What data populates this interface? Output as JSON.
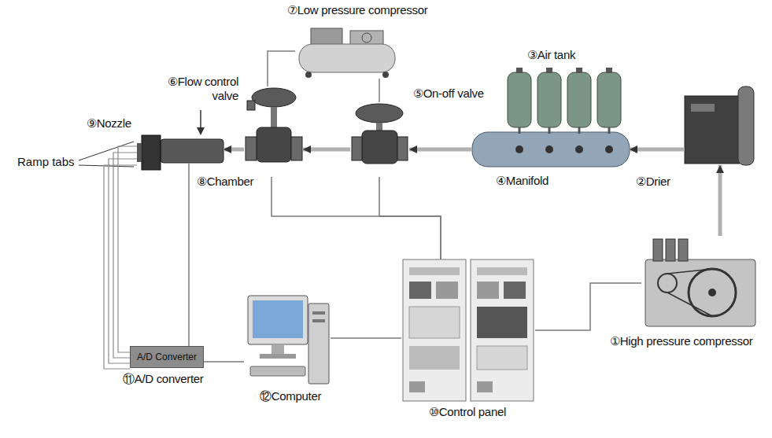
{
  "diagram": {
    "nodes": [
      {
        "text": [
          "⑦Low pressure compressor"
        ]
      },
      {
        "text": [
          "⑥Flow control valve"
        ]
      },
      {
        "text": [
          "⑤On-off valve"
        ]
      },
      {
        "text": [
          "③Air tank"
        ]
      },
      {
        "text": [
          "⑨Nozzle"
        ]
      },
      {
        "text": [
          "④Manifold"
        ]
      },
      {
        "text": [
          "②Drier"
        ]
      },
      {
        "text": [
          "⑧Chamber"
        ]
      },
      {
        "text": [
          "①High pressure compressor"
        ]
      },
      {
        "text": [
          "A/D Converter",
          "⑪A/D converter"
        ]
      },
      {
        "text": [
          "⑫Computer"
        ]
      },
      {
        "text": [
          "⑩Control panel"
        ]
      }
    ],
    "edges": [
      {
        "from": 8,
        "to": 6,
        "arrow": "to"
      },
      {
        "from": 6,
        "to": 5,
        "arrow": "to"
      },
      {
        "from": 5,
        "to": 2,
        "arrow": "to"
      },
      {
        "from": 2,
        "to": 1,
        "arrow": "to"
      },
      {
        "from": 1,
        "to": 7,
        "arrow": "to"
      },
      {
        "from": 0,
        "to": 1,
        "arrow": "none"
      },
      {
        "from": 0,
        "to": 2,
        "arrow": "none"
      },
      {
        "from": 11,
        "to": 1,
        "arrow": "none"
      },
      {
        "from": 11,
        "to": 2,
        "arrow": "none"
      },
      {
        "from": 11,
        "to": 8,
        "arrow": "none"
      },
      {
        "from": 11,
        "to": 10,
        "arrow": "none"
      },
      {
        "from": 10,
        "to": 9,
        "arrow": "none"
      },
      {
        "from": 9,
        "to": 7,
        "arrow": "none"
      }
    ],
    "labels": [
      "Ramp tabs"
    ]
  }
}
